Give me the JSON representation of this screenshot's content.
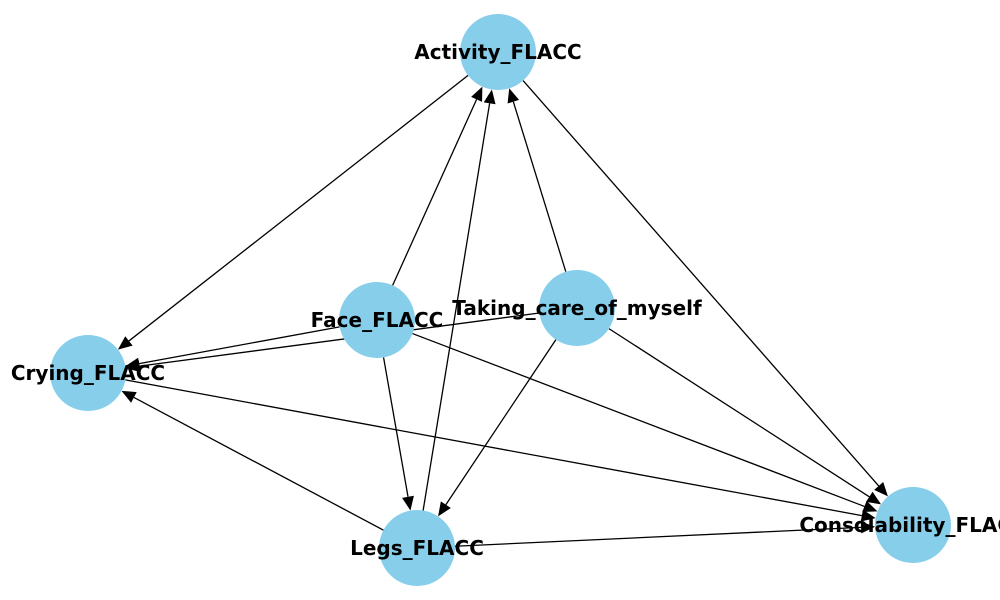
{
  "graph": {
    "node_color": "#87CEEB",
    "edge_color": "#000000",
    "nodes": [
      {
        "id": "activity",
        "label": "Activity_FLACC"
      },
      {
        "id": "crying",
        "label": "Crying_FLACC"
      },
      {
        "id": "face",
        "label": "Face_FLACC"
      },
      {
        "id": "taking",
        "label": "Taking_care_of_myself"
      },
      {
        "id": "legs",
        "label": "Legs_FLACC"
      },
      {
        "id": "consolability",
        "label": "Consolability_FLACC"
      }
    ],
    "edges": [
      {
        "from": "activity",
        "to": "crying"
      },
      {
        "from": "activity",
        "to": "consolability"
      },
      {
        "from": "face",
        "to": "activity"
      },
      {
        "from": "face",
        "to": "crying"
      },
      {
        "from": "face",
        "to": "legs"
      },
      {
        "from": "face",
        "to": "consolability"
      },
      {
        "from": "taking",
        "to": "activity"
      },
      {
        "from": "taking",
        "to": "crying"
      },
      {
        "from": "taking",
        "to": "legs"
      },
      {
        "from": "taking",
        "to": "consolability"
      },
      {
        "from": "crying",
        "to": "consolability"
      },
      {
        "from": "legs",
        "to": "activity"
      },
      {
        "from": "legs",
        "to": "crying"
      },
      {
        "from": "legs",
        "to": "consolability"
      }
    ]
  }
}
